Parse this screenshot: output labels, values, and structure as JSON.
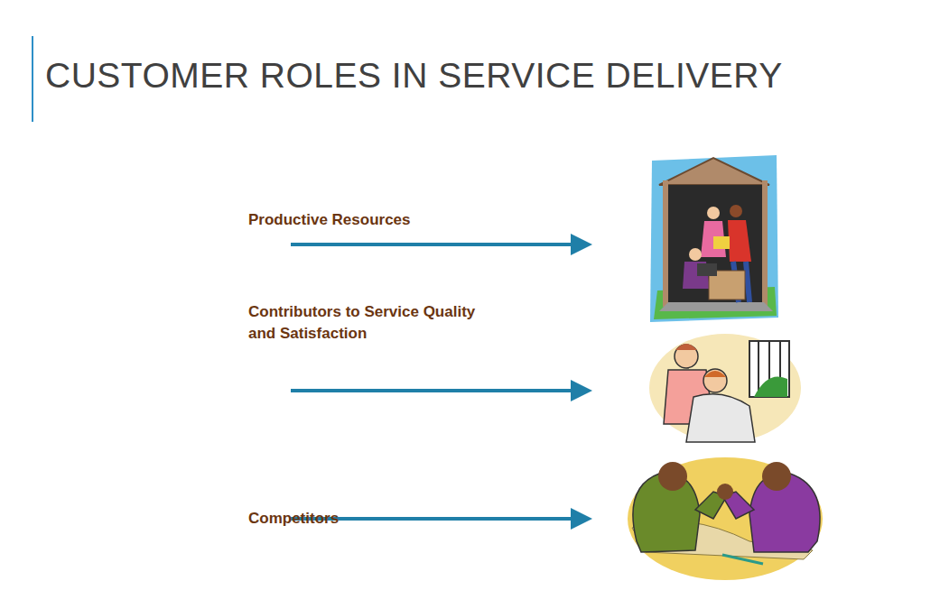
{
  "diagram": {
    "title": "CUSTOMER ROLES IN SERVICE DELIVERY",
    "labels": [
      "Productive Resources",
      "Contributors to Service Quality and Satisfaction",
      "Competitors"
    ]
  }
}
